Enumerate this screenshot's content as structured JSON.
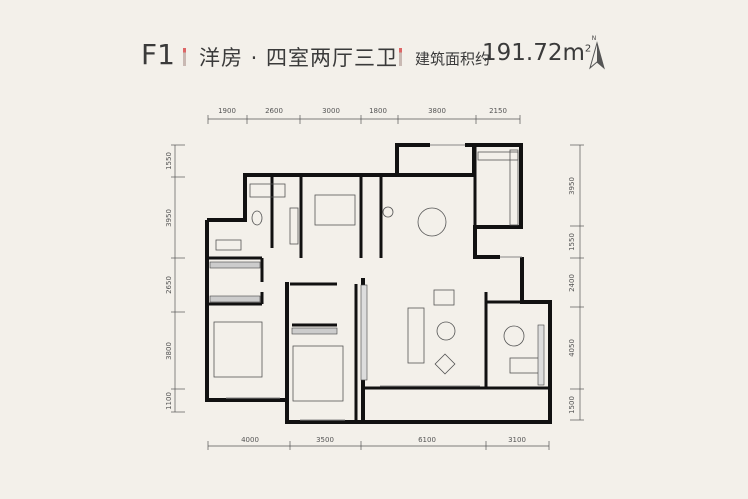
{
  "header": {
    "unit_code": "F1",
    "unit_type": "洋房 · 四室两厅三卫",
    "area_label": "建筑面积约",
    "area_value": "191.72m",
    "area_unit_sup": "2",
    "compass_label": "N"
  },
  "dimensions": {
    "top": [
      "1900",
      "2600",
      "3000",
      "1800",
      "3800",
      "2150"
    ],
    "bottom": [
      "4000",
      "3500",
      "6100",
      "3100"
    ],
    "left": [
      "1550",
      "3950",
      "2650",
      "3800",
      "1100"
    ],
    "right": [
      "3950",
      "1550",
      "2400",
      "4050",
      "1500"
    ]
  },
  "colors": {
    "background": "#f3f0ea",
    "wall": "#111111",
    "accent": "#d66666"
  }
}
